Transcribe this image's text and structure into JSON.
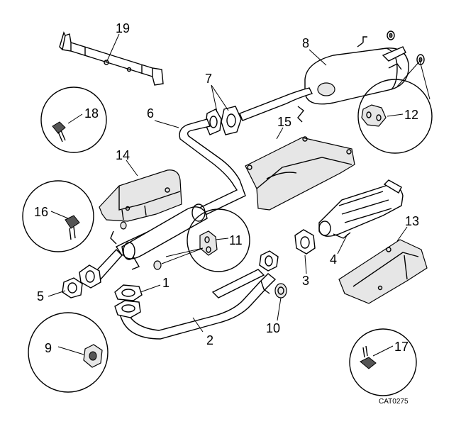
{
  "callouts": {
    "c1": "1",
    "c2": "2",
    "c3": "3",
    "c4": "4",
    "c5": "5",
    "c6": "6",
    "c7": "7",
    "c8": "8",
    "c9": "9",
    "c10": "10",
    "c11": "11",
    "c12": "12",
    "c13": "13",
    "c14": "14",
    "c15": "15",
    "c16": "16",
    "c17": "17",
    "c18": "18",
    "c19": "19"
  },
  "catalog_code": "CAT0275"
}
